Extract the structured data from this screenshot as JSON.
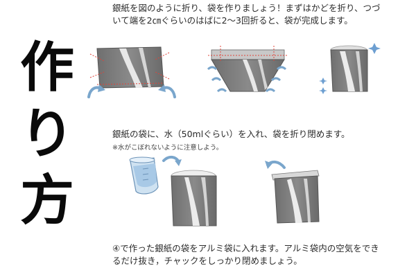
{
  "title": {
    "chars": [
      "作",
      "り",
      "方"
    ]
  },
  "step1": {
    "line1": "銀紙を図のように折り、袋を作りましょう！まずはかどを折り、つづ",
    "line2": "いて端を2㎝ぐらいのはばに2〜3回折ると、袋が完成します。"
  },
  "step2": {
    "line1": "銀紙の袋に、水（50mlぐらい）を入れ、袋を折り閉めます。",
    "note": "※水がこぼれないように注意しよう。"
  },
  "step3": {
    "line1": "④で作った銀紙の袋をアルミ袋に入れます。アルミ袋内の空気をでき",
    "line2": "るだけ抜き，チャックをしっかり閉めましょう。"
  },
  "colors": {
    "foil_dark": "#7d7d7d",
    "foil_light": "#dcdcdc",
    "arrow_blue": "#7aa6cc",
    "fold_red": "#e0443a",
    "sparkle_blue": "#6d9fd1"
  }
}
